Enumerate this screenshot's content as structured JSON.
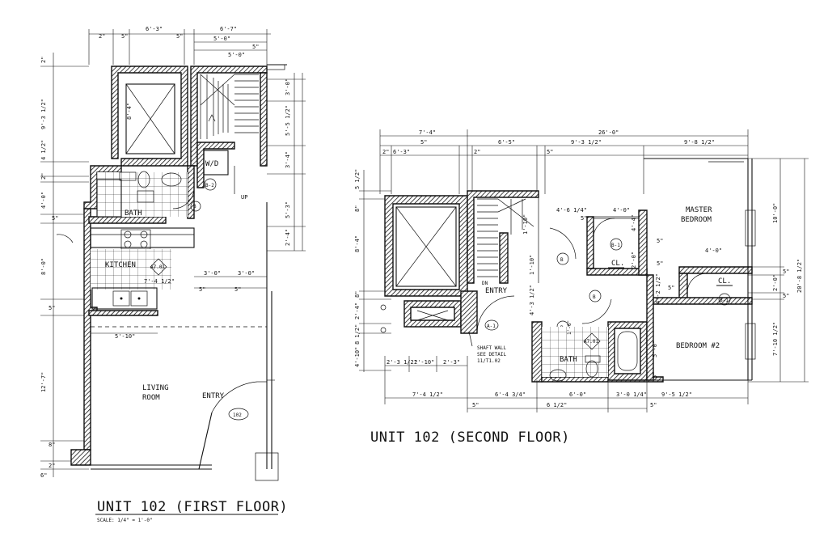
{
  "first_floor": {
    "title": "UNIT 102 (FIRST FLOOR)",
    "scale_note": "SCALE: 1/4\" = 1'-0\"",
    "rooms": {
      "bath": "BATH",
      "kitchen": "KITCHEN",
      "living_1": "LIVING",
      "living_2": "ROOM",
      "entry": "ENTRY",
      "wd": "W/D"
    },
    "tags": {
      "b_door": "B",
      "b2": "B-2",
      "unit": "102",
      "up": "UP",
      "a7": "A7.01"
    },
    "dims": {
      "top": [
        "2\"",
        "5\"",
        "6'-3\"",
        "5\"",
        "6'-7\""
      ],
      "right_top": [
        "5'-0\"",
        "5\"",
        "5'-0\""
      ],
      "left": [
        "2\"",
        "9'-3 1/2\"",
        "4 1/2\"",
        "2\"",
        "4'-0\"",
        "5\"",
        "8'-0\"",
        "5\"",
        "12'-7\"",
        "8\"",
        "2\"",
        "6\""
      ],
      "right": [
        "3'-0\"",
        "5'-5 1/2\"",
        "3'-4\"",
        "5'-3\"",
        "2'-4\""
      ],
      "interior": [
        "8'-4\"",
        "7'-4 1/2\"",
        "3'-0\"",
        "5\"",
        "3'-0\"",
        "5\"",
        "5'-10\""
      ]
    }
  },
  "second_floor": {
    "title": "UNIT 102 (SECOND FLOOR)",
    "rooms": {
      "master_1": "MASTER",
      "master_2": "BEDROOM",
      "bedroom2": "BEDROOM #2",
      "bath": "BATH",
      "entry": "ENTRY",
      "cl_1": "CL.",
      "cl_2": "CL.",
      "dn": "DN"
    },
    "tags": [
      "B",
      "B",
      "B",
      "B-1",
      "B-1",
      "A-1",
      "A7.01"
    ],
    "shaft_note": [
      "SHAFT WALL",
      "SEE DETAIL",
      "11/T1.02"
    ],
    "dims": {
      "top_overall": [
        "7'-4\"",
        "26'-0\""
      ],
      "top": [
        "2\"",
        "6'-3\"",
        "5\"",
        "2\"",
        "6'-5\"",
        "5\"",
        "9'-3 1/2\"",
        "9'-8 1/2\""
      ],
      "left": [
        "5 1/2\"",
        "8\"",
        "8'-4\"",
        "8\"",
        "2'-4\"",
        "8 1/2\"",
        "4'-10\""
      ],
      "right": [
        "10'-0\"",
        "5\"",
        "20'-8 1/2\"",
        "2'-0\"",
        "5\"",
        "7'-10 1/2\""
      ],
      "interior": [
        "4'-6 1/4\"",
        "5\"",
        "4'-0\"",
        "4'-4\"",
        "5\"",
        "2'-0\"",
        "5\"",
        "4'-0\"",
        "4'-2 1/2\"",
        "5\"",
        "4'-3 1/2\"",
        "1'-10\"",
        "5'-4 1/2\"",
        "5'-0\"",
        "5\"",
        "1'-6\""
      ],
      "bottom": [
        "2'-3 1/2\"",
        "2'-10\"",
        "2'-3\"",
        "7'-4 1/2\"",
        "5\"",
        "6'-4 3/4\"",
        "6'-0\"",
        "3'-0 1/4\"",
        "6 1/2\"",
        "9'-5 1/2\"",
        "5\""
      ]
    }
  }
}
